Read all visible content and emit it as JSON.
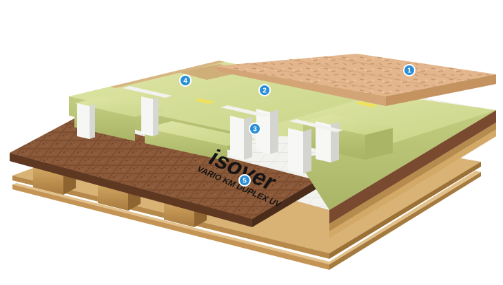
{
  "brand": {
    "name": "isover",
    "product": "VARIO KM DUPLEX UV"
  },
  "markers": [
    {
      "id": "marker-1",
      "label": "1"
    },
    {
      "id": "marker-2",
      "label": "2"
    },
    {
      "id": "marker-3",
      "label": "3"
    },
    {
      "id": "marker-4",
      "label": "4"
    },
    {
      "id": "marker-5",
      "label": "5"
    }
  ],
  "colors": {
    "marker_blue": "#2a8fd6",
    "osb": "#e2b48c",
    "mineral_wool": "#cfd891",
    "gypsum_board": "#f4f4f2",
    "membrane": "#eeeeea",
    "screed": "#7a4a2e",
    "timber": "#c89a56"
  }
}
